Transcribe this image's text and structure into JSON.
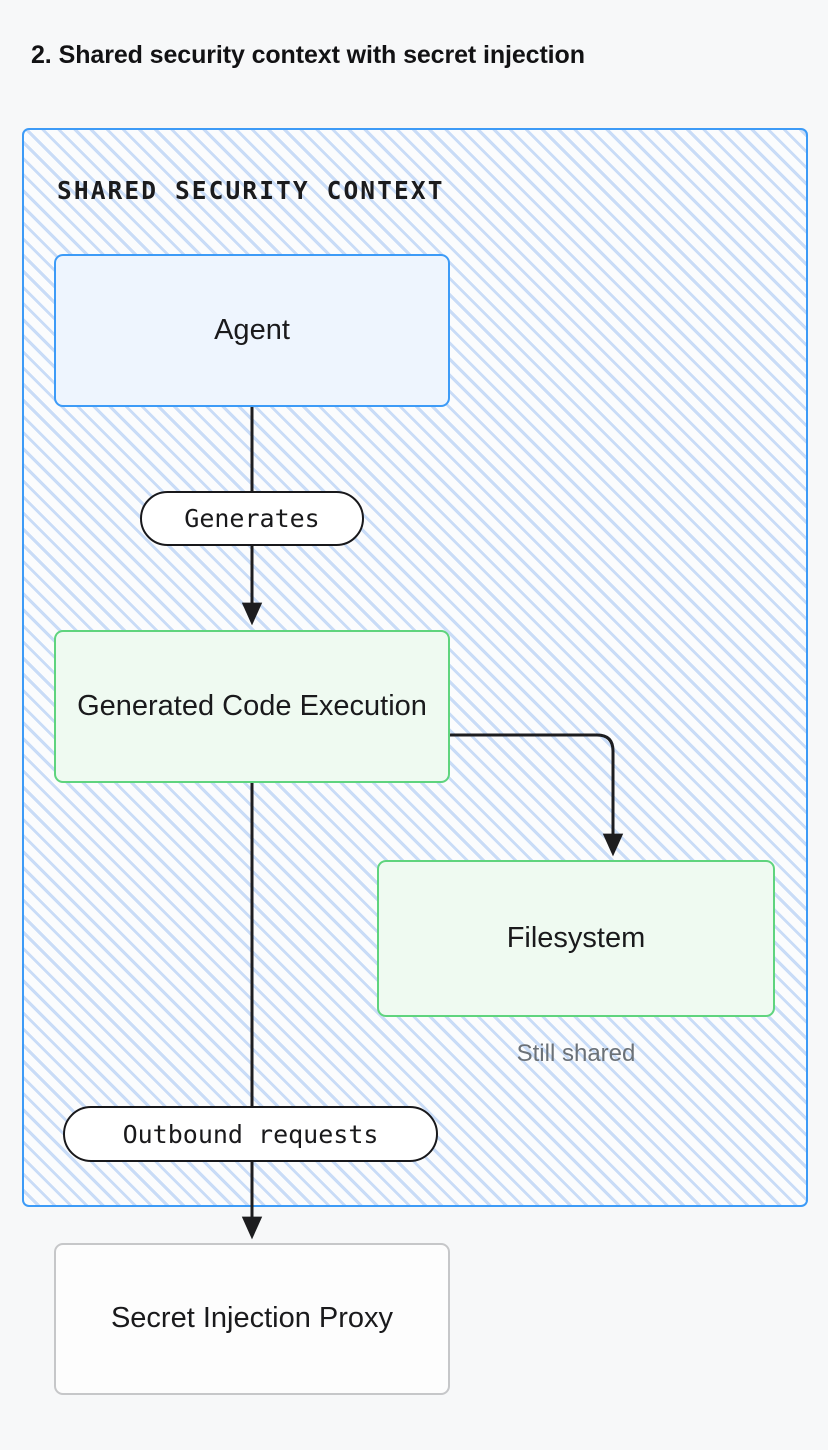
{
  "page": {
    "title_number": "2.",
    "title_text": "Shared security context with secret injection",
    "background_color": "#f7f8f9"
  },
  "container": {
    "label": "SHARED SECURITY CONTEXT",
    "border_color": "#3d9bf7",
    "hatch_color": "#c9dcf7",
    "fill_color": "#fbfcfd"
  },
  "nodes": [
    {
      "id": "agent",
      "label": "Agent",
      "border_color": "#3d9bf7",
      "fill_color": "#eef5fe"
    },
    {
      "id": "generated-code-execution",
      "label": "Generated Code Execution",
      "border_color": "#5fd47e",
      "fill_color": "#effaf1"
    },
    {
      "id": "filesystem",
      "label": "Filesystem",
      "border_color": "#5fd47e",
      "fill_color": "#effaf1"
    },
    {
      "id": "secret-injection-proxy",
      "label": "Secret Injection Proxy",
      "border_color": "#c6c7c9",
      "fill_color": "#fdfdfd"
    }
  ],
  "edges": [
    {
      "id": "agent-to-execution",
      "from": "agent",
      "to": "generated-code-execution",
      "label": "Generates"
    },
    {
      "id": "execution-to-filesystem",
      "from": "generated-code-execution",
      "to": "filesystem",
      "label": ""
    },
    {
      "id": "execution-to-proxy",
      "from": "generated-code-execution",
      "to": "secret-injection-proxy",
      "label": "Outbound requests"
    }
  ],
  "captions": [
    {
      "id": "filesystem-caption",
      "text": "Still shared",
      "color": "#6b7177"
    }
  ],
  "edge_style": {
    "stroke_color": "#1d1d1f",
    "stroke_width": 3
  }
}
